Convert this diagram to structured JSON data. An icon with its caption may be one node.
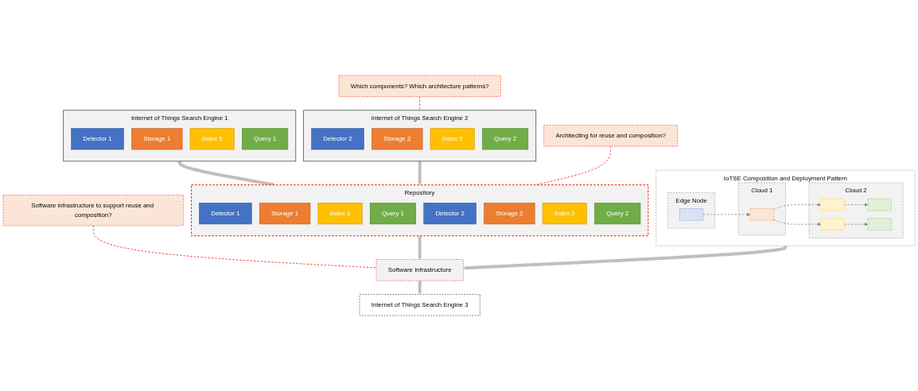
{
  "diagram": {
    "nodes": [
      {
        "text": [
          "Internet of Things Search Engine 1"
        ]
      },
      {
        "text": [
          "Detector 1"
        ],
        "in": 0
      },
      {
        "text": [
          "Storage 1"
        ],
        "in": 0
      },
      {
        "text": [
          "Index 1"
        ],
        "in": 0
      },
      {
        "text": [
          "Query 1"
        ],
        "in": 0
      },
      {
        "text": [
          "Internet of Things Search Engine 2"
        ]
      },
      {
        "text": [
          "Detector 2"
        ],
        "in": 5
      },
      {
        "text": [
          "Storage 2"
        ],
        "in": 5
      },
      {
        "text": [
          "Index 2"
        ],
        "in": 5
      },
      {
        "text": [
          "Query 2"
        ],
        "in": 5
      },
      {
        "text": [
          "Repository"
        ]
      },
      {
        "text": [
          "Detector 1"
        ],
        "in": 10
      },
      {
        "text": [
          "Storage 1"
        ],
        "in": 10
      },
      {
        "text": [
          "Index 1"
        ],
        "in": 10
      },
      {
        "text": [
          "Query 1"
        ],
        "in": 10
      },
      {
        "text": [
          "Detector 2"
        ],
        "in": 10
      },
      {
        "text": [
          "Storage 2"
        ],
        "in": 10
      },
      {
        "text": [
          "Index 2"
        ],
        "in": 10
      },
      {
        "text": [
          "Query 2"
        ],
        "in": 10
      },
      {
        "text": [
          "Architecting for reuse and composition?"
        ]
      },
      {
        "text": [
          "Which components? Which architecture patterns?"
        ]
      },
      {
        "text": [
          "Software infrastructure to support reuse and composition?"
        ]
      },
      {
        "text": [
          "IoTSE Composition and Deployment Pattern"
        ]
      },
      {
        "text": [
          "Edge Node"
        ],
        "in": 22
      },
      {
        "text": [
          "Cloud 1"
        ],
        "in": 22
      },
      {
        "text": [
          "Cloud 2"
        ],
        "in": 22
      },
      {
        "text": [],
        "shape": "box",
        "in": 23
      },
      {
        "text": [],
        "shape": "box",
        "in": 24
      },
      {
        "text": [],
        "shape": "box",
        "in": 25
      },
      {
        "text": [],
        "shape": "box",
        "in": 25
      },
      {
        "text": [],
        "shape": "box",
        "in": 25
      },
      {
        "text": [],
        "shape": "box",
        "in": 25
      },
      {
        "text": [
          "Software Infrastructure"
        ]
      },
      {
        "text": [
          "Internet of Things Search Engine 3"
        ]
      }
    ],
    "edges": [
      {
        "from": 0,
        "to": 10,
        "arrow": "to",
        "style": "thick",
        "color": "#bfbfbf"
      },
      {
        "from": 5,
        "to": 10,
        "arrow": "to",
        "style": "thick",
        "color": "#bfbfbf"
      },
      {
        "from": 19,
        "to": 10,
        "arrow": "none",
        "style": "dashed",
        "color": "#ff0000"
      },
      {
        "from": 20,
        "to": 5,
        "arrow": "none",
        "style": "dashed",
        "color": "#ff0000"
      },
      {
        "from": 10,
        "to": 32,
        "arrow": "to",
        "style": "thick",
        "color": "#bfbfbf"
      },
      {
        "from": 21,
        "to": 32,
        "arrow": "none",
        "style": "dashed",
        "color": "#ff0000"
      },
      {
        "from": 26,
        "to": 27,
        "arrow": "to",
        "style": "dashed"
      },
      {
        "from": 27,
        "to": 28,
        "arrow": "to",
        "style": "dashed"
      },
      {
        "from": 27,
        "to": 29,
        "arrow": "to",
        "style": "dashed"
      },
      {
        "from": 28,
        "to": 30,
        "arrow": "to",
        "style": "dashed"
      },
      {
        "from": 29,
        "to": 31,
        "arrow": "to",
        "style": "dashed"
      },
      {
        "from": 22,
        "to": 32,
        "arrow": "to",
        "style": "thick",
        "color": "#bfbfbf"
      },
      {
        "from": 32,
        "to": 33,
        "arrow": "to",
        "style": "thick",
        "color": "#bfbfbf"
      }
    ]
  }
}
